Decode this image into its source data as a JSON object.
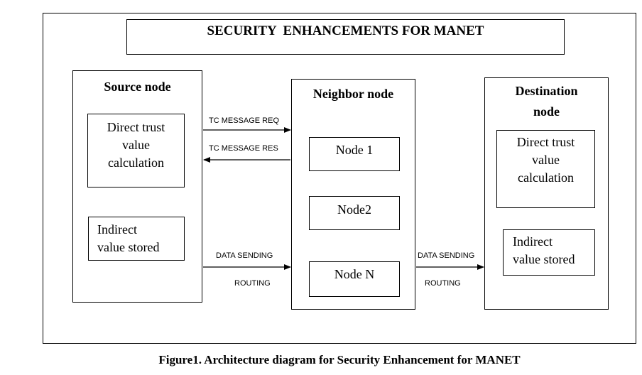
{
  "title": "SECURITY  ENHANCEMENTS FOR MANET",
  "source_node": {
    "heading": "Source node",
    "direct_trust": [
      "Direct trust",
      "value",
      "calculation"
    ],
    "indirect": [
      "Indirect",
      "value stored"
    ]
  },
  "neighbor_node": {
    "heading": "Neighbor node",
    "nodes": [
      "Node 1",
      "Node2",
      "Node N"
    ]
  },
  "destination_node": {
    "heading": [
      "Destination",
      "node"
    ],
    "direct_trust": [
      "Direct trust",
      "value",
      "calculation"
    ],
    "indirect": [
      "Indirect",
      "value stored"
    ]
  },
  "edges": {
    "tc_req": "TC MESSAGE REQ",
    "tc_res": "TC MESSAGE RES",
    "data_sending_1": "DATA SENDING",
    "routing_1": "ROUTING",
    "data_sending_2": "DATA SENDING",
    "routing_2": "ROUTING"
  },
  "caption": "Figure1. Architecture diagram for Security Enhancement for MANET"
}
